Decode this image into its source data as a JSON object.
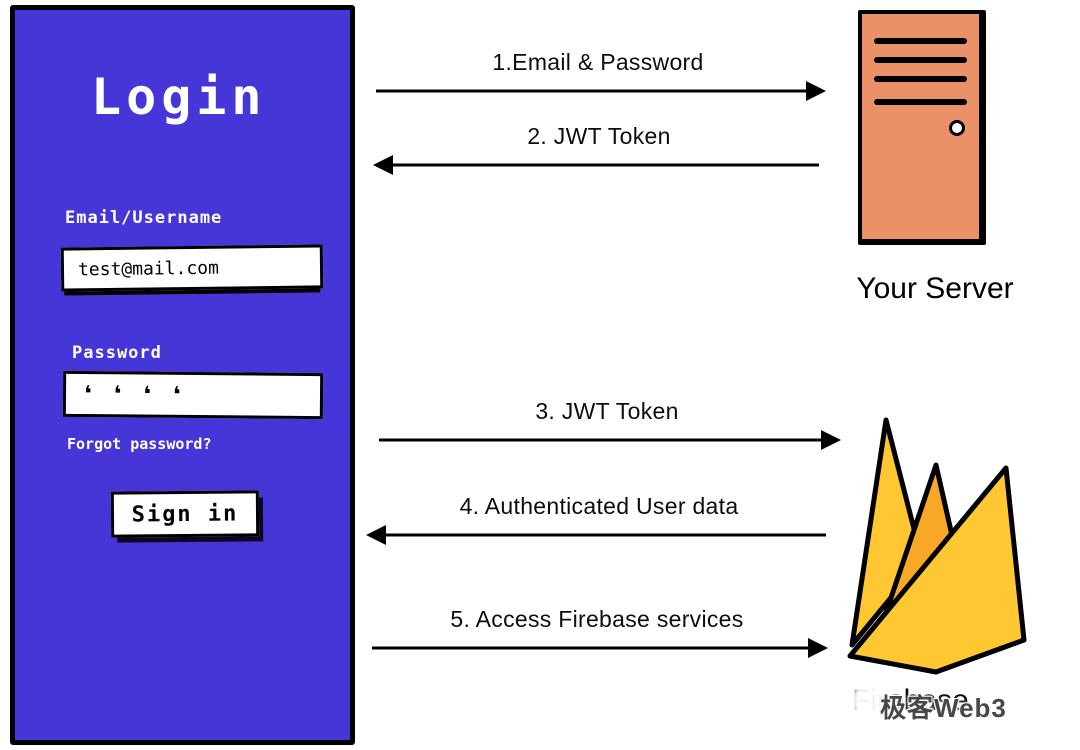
{
  "login_panel": {
    "title": "Login",
    "email_label": "Email/Username",
    "email_value": "test@mail.com",
    "password_label": "Password",
    "password_masked": "❛❛❛❛",
    "forgot_link": "Forgot password?",
    "sign_in_button": "Sign in"
  },
  "flows": [
    {
      "step": 1,
      "label": "1.Email & Password",
      "direction": "right"
    },
    {
      "step": 2,
      "label": "2. JWT Token",
      "direction": "left"
    },
    {
      "step": 3,
      "label": "3. JWT Token",
      "direction": "right"
    },
    {
      "step": 4,
      "label": "4. Authenticated User data",
      "direction": "left"
    },
    {
      "step": 5,
      "label": "5. Access Firebase services",
      "direction": "right"
    }
  ],
  "server": {
    "label": "Your Server"
  },
  "firebase": {
    "label": "Firebase"
  },
  "watermark": {
    "text": "极客Web3"
  },
  "colors": {
    "panel_blue": "#4636D8",
    "server_orange": "#EA9168",
    "firebase_yellow": "#FFC832",
    "firebase_orange": "#F9A825"
  }
}
